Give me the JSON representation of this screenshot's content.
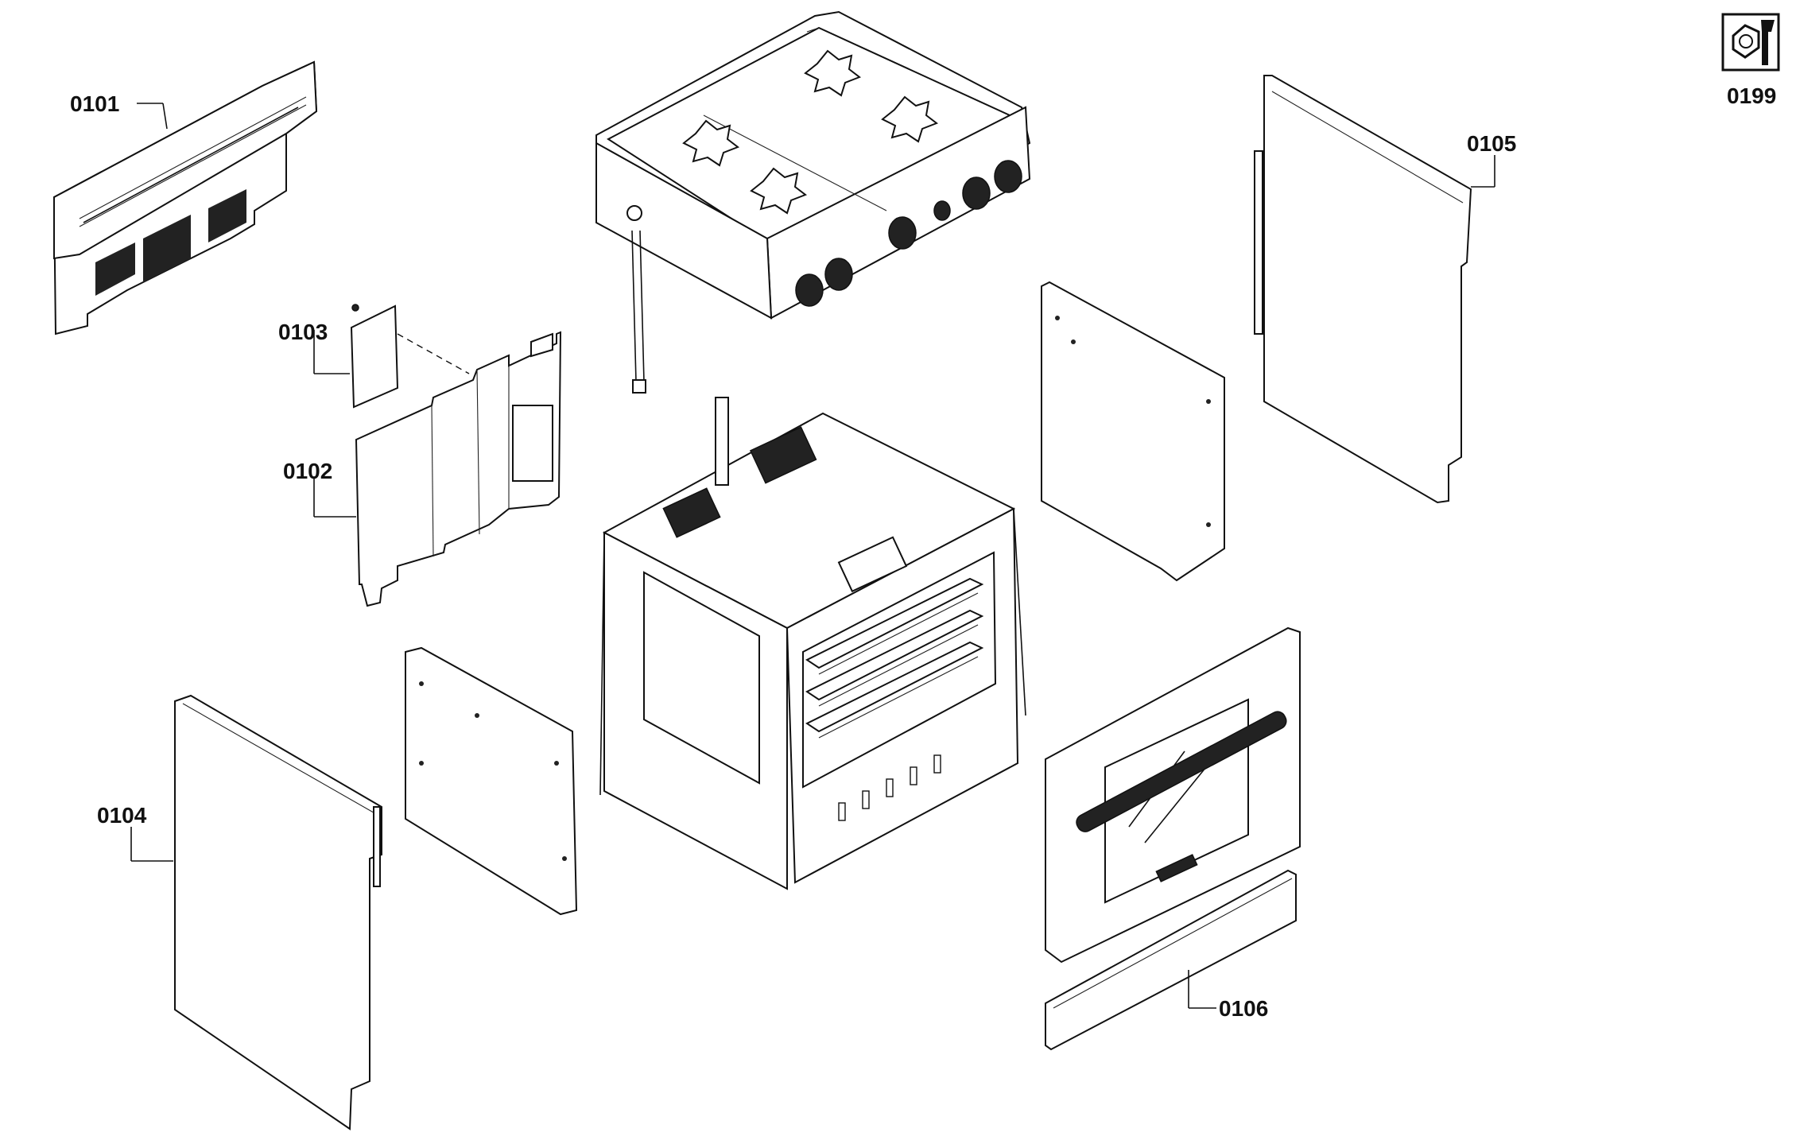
{
  "callouts": [
    {
      "id": "p0101",
      "text": "0101"
    },
    {
      "id": "p0103",
      "text": "0103"
    },
    {
      "id": "p0102",
      "text": "0102"
    },
    {
      "id": "p0104",
      "text": "0104"
    },
    {
      "id": "p0105",
      "text": "0105"
    },
    {
      "id": "p0106",
      "text": "0106"
    },
    {
      "id": "p0199",
      "text": "0199"
    }
  ],
  "icons": {
    "service_kit": "wrench-nut-icon"
  }
}
